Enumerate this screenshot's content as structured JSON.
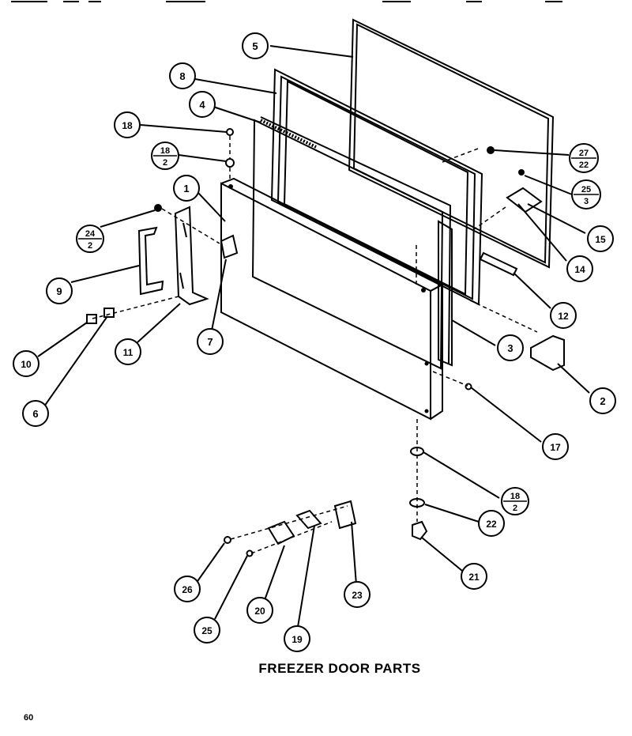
{
  "diagram": {
    "title": "FREEZER DOOR PARTS",
    "page_number": "60",
    "callouts": [
      {
        "id": "c5a",
        "text": "5"
      },
      {
        "id": "c8",
        "text": "8"
      },
      {
        "id": "c4",
        "text": "4"
      },
      {
        "id": "c18",
        "text": "18"
      },
      {
        "id": "c18_2a",
        "num": "18",
        "den": "2"
      },
      {
        "id": "c1",
        "text": "1"
      },
      {
        "id": "c24_2",
        "num": "24",
        "den": "2"
      },
      {
        "id": "c9",
        "text": "9"
      },
      {
        "id": "c10",
        "text": "10"
      },
      {
        "id": "c6",
        "text": "6"
      },
      {
        "id": "c11",
        "text": "11"
      },
      {
        "id": "c7",
        "text": "7"
      },
      {
        "id": "c27_22",
        "num": "27",
        "den": "22"
      },
      {
        "id": "c25_3",
        "num": "25",
        "den": "3"
      },
      {
        "id": "c15",
        "text": "15"
      },
      {
        "id": "c14",
        "text": "14"
      },
      {
        "id": "c12",
        "text": "12"
      },
      {
        "id": "c3",
        "text": "3"
      },
      {
        "id": "c2",
        "text": "2"
      },
      {
        "id": "c17",
        "text": "17"
      },
      {
        "id": "c18_2b",
        "num": "18",
        "den": "2"
      },
      {
        "id": "c22",
        "text": "22"
      },
      {
        "id": "c21",
        "text": "21"
      },
      {
        "id": "c26",
        "text": "26"
      },
      {
        "id": "c25",
        "text": "25"
      },
      {
        "id": "c20",
        "text": "20"
      },
      {
        "id": "c19",
        "text": "19"
      },
      {
        "id": "c23",
        "text": "23"
      }
    ]
  }
}
